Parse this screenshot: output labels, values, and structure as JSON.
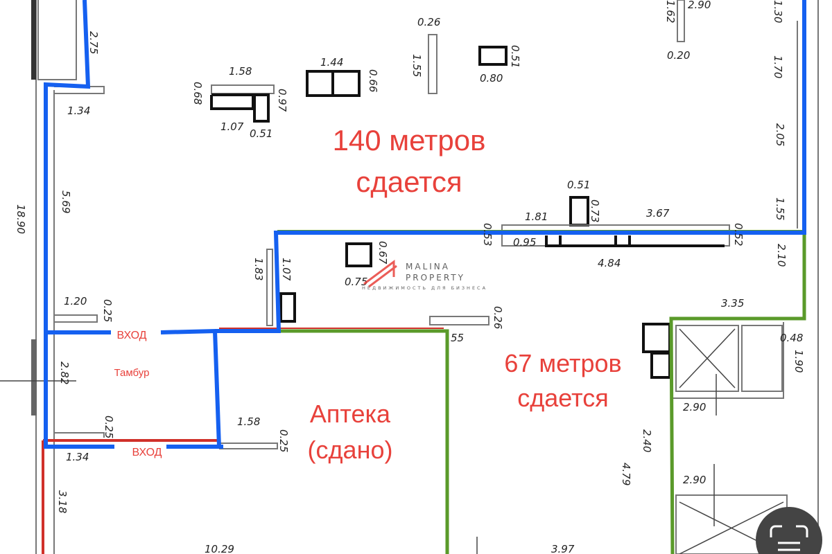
{
  "labels": {
    "zone_140_line1": "140 метров",
    "zone_140_line2": "сдается",
    "zone_67_line1": "67 метров",
    "zone_67_line2": "сдается",
    "pharmacy_line1": "Аптека",
    "pharmacy_line2": "(сдано)",
    "entrance_top": "ВХОД",
    "entrance_bottom": "ВХОД",
    "vestibule": "Тамбур"
  },
  "logo": {
    "line1": "MALINA",
    "line2": "PROPERTY",
    "tagline": "НЕДВИЖИМОСТЬ ДЛЯ БИЗНЕСА",
    "color": "#e8413b"
  },
  "colors": {
    "zone_140": "#1560f0",
    "zone_67": "#5a9a2a",
    "pharmacy": "#d0302a"
  },
  "icons": {
    "scan": "scan-text-icon"
  },
  "dims": [
    "2.75",
    "1.34",
    "5.69",
    "18.90",
    "1.20",
    "0.25",
    "2.82",
    "0.25",
    "1.34",
    "3.18",
    "10.29",
    "1.58",
    "0.25",
    "1.58",
    "0.68",
    "0.97",
    "1.07",
    "0.51",
    "1.44",
    "0.66",
    "0.26",
    "1.55",
    "0.51",
    "0.80",
    "1.62",
    "0.20",
    "2.90",
    "1.30",
    "1.70",
    "2.05",
    "1.55",
    "0.51",
    "0.73",
    "1.81",
    "3.67",
    "0.53",
    "0.95",
    "0.52",
    "4.84",
    "2.10",
    "0.67",
    "0.75",
    "1.07",
    "1.83",
    "0.26",
    "55",
    "3.35",
    "0.48",
    "1.90",
    "2.90",
    "2.40",
    "4.79",
    "2.90",
    "3.97"
  ]
}
